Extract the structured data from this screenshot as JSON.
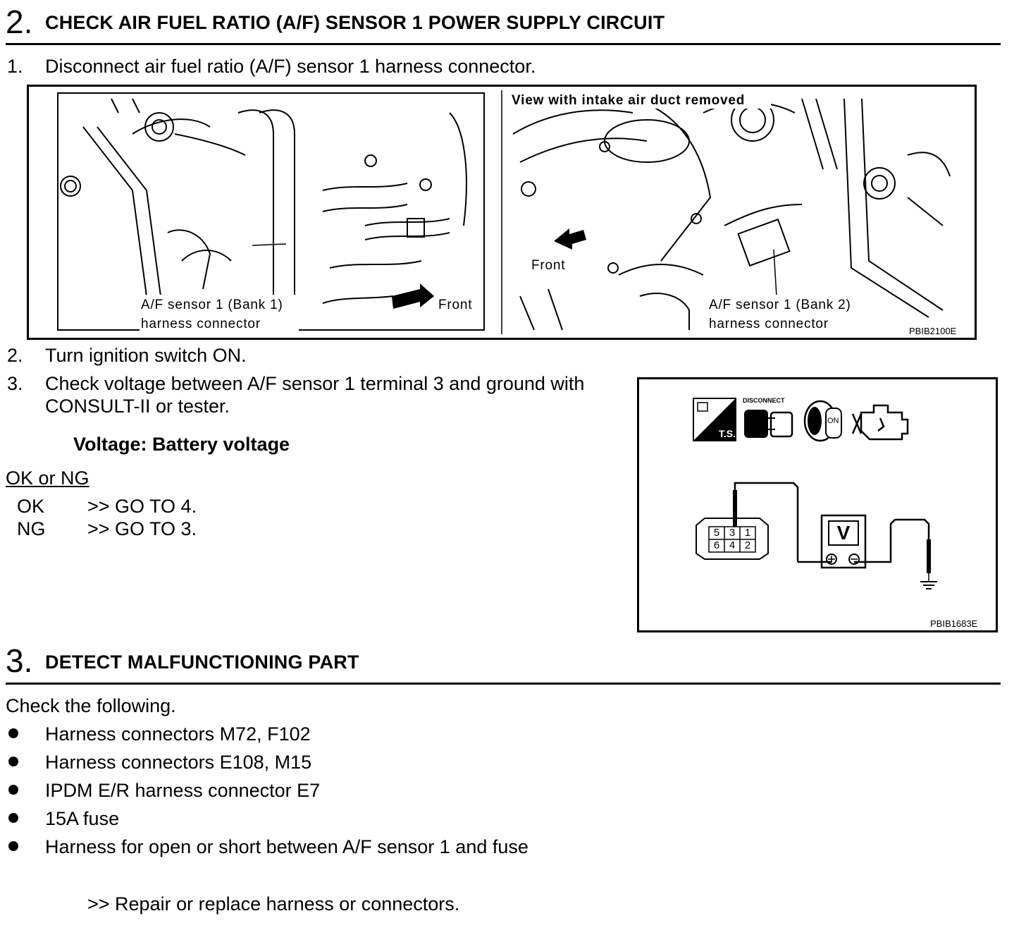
{
  "section2": {
    "number": "2.",
    "title": "CHECK AIR FUEL RATIO (A/F) SENSOR 1 POWER SUPPLY CIRCUIT",
    "steps": [
      {
        "num": "1.",
        "text": "Disconnect air fuel ratio (A/F) sensor 1 harness connector."
      },
      {
        "num": "2.",
        "text": "Turn ignition switch ON."
      },
      {
        "num": "3.",
        "text_line1": "Check voltage between A/F sensor 1 terminal 3 and ground with",
        "text_line2": "CONSULT-II or tester."
      }
    ],
    "spec": "Voltage: Battery voltage",
    "result_heading": "OK or NG",
    "results": [
      {
        "key": "OK",
        "action": ">> GO TO 4."
      },
      {
        "key": "NG",
        "action": ">> GO TO 3."
      }
    ]
  },
  "figure1": {
    "left_label_line1": "A/F sensor 1 (Bank 1)",
    "left_label_line2": "harness connector",
    "left_front": "Front",
    "right_caption": "View with intake air duct removed",
    "right_front": "Front",
    "right_label_line1": "A/F sensor 1 (Bank 2)",
    "right_label_line2": "harness connector",
    "code": "PBIB2100E"
  },
  "figure2": {
    "icon_ts": "T.S.",
    "icon_disconnect": "DISCONNECT",
    "icon_on": "ON",
    "meter": "V",
    "pins_top": [
      "5",
      "3",
      "1"
    ],
    "pins_bottom": [
      "6",
      "4",
      "2"
    ],
    "code": "PBIB1683E"
  },
  "section3": {
    "number": "3.",
    "title": "DETECT MALFUNCTIONING PART",
    "intro": "Check the following.",
    "bullets": [
      "Harness connectors M72, F102",
      "Harness connectors E108, M15",
      "IPDM E/R harness connector E7",
      "15A fuse",
      "Harness for open or short between A/F sensor 1 and fuse"
    ],
    "result": ">> Repair or replace harness or connectors."
  }
}
